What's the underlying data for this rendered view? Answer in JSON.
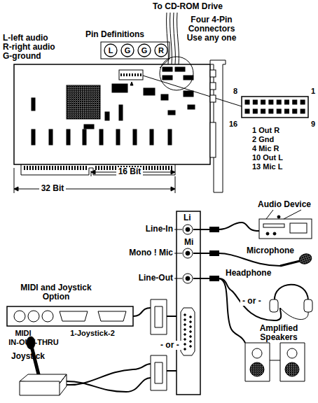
{
  "diagram": {
    "nodes": [
      {
        "text": [
          "L"
        ]
      },
      {
        "text": [
          "G"
        ]
      },
      {
        "text": [
          "G"
        ]
      },
      {
        "text": [
          "R"
        ]
      }
    ],
    "labels": [
      "To CD-ROM Drive",
      "L-left audio",
      "R-right audio",
      "G-ground",
      "Pin Definitions",
      "Four 4-Pin Connectors Use any one",
      "8",
      "1",
      "16",
      "9",
      "1 Out R",
      "2 Gnd",
      "4 Mic R",
      "10 Out L",
      "13 Mic L",
      "32 Bit",
      "16 Bit",
      "Li",
      "Line-In",
      "Mi",
      "Mono ! Mic",
      "Line-Out",
      "Audio Device",
      "Microphone",
      "Headphone",
      "- or -",
      "Amplified Speakers",
      "MIDI and Joystick Option",
      "MIDI",
      "IN-OUT-THRU",
      "1-Joystick-2",
      "- or -",
      "Joystick"
    ]
  }
}
